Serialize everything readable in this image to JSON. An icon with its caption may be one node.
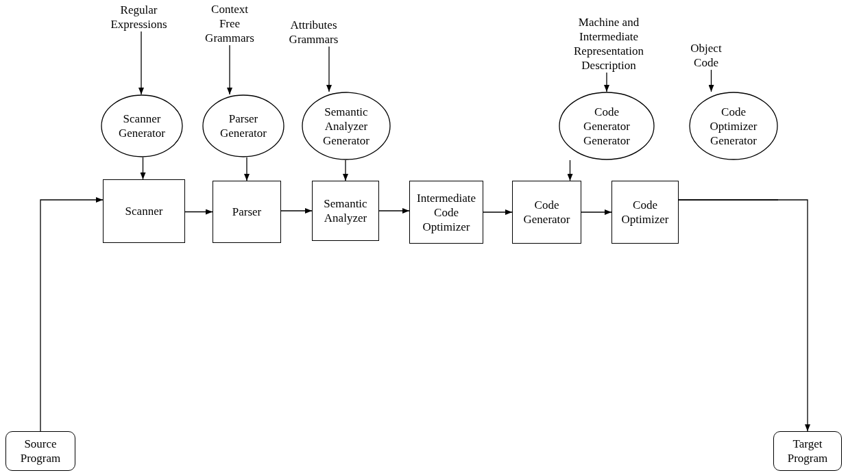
{
  "diagram": {
    "nodes": [
      {
        "text": [
          "Regular Expressions"
        ]
      },
      {
        "text": [
          "Context Free Grammars"
        ]
      },
      {
        "text": [
          "Attributes Grammars"
        ]
      },
      {
        "text": [
          "Machine and Intermediate Representation Description"
        ]
      },
      {
        "text": [
          "Object Code"
        ]
      },
      {
        "text": [
          "Scanner Generator"
        ]
      },
      {
        "text": [
          "Parser Generator"
        ]
      },
      {
        "text": [
          "Semantic Analyzer Generator"
        ]
      },
      {
        "text": [
          "Code Generator Generator"
        ]
      },
      {
        "text": [
          "Code Optimizer Generator"
        ]
      },
      {
        "text": [
          "Scanner"
        ]
      },
      {
        "text": [
          "Parser"
        ]
      },
      {
        "text": [
          "Semantic Analyzer"
        ]
      },
      {
        "text": [
          "Intermediate Code Optimizer"
        ]
      },
      {
        "text": [
          "Code Generator"
        ]
      },
      {
        "text": [
          "Code Optimizer"
        ]
      },
      {
        "text": [
          "Source Program"
        ]
      },
      {
        "text": [
          "Target Program"
        ]
      }
    ],
    "edges": [
      {
        "from": 0,
        "to": 5,
        "arrow": "to"
      },
      {
        "from": 1,
        "to": 6,
        "arrow": "to"
      },
      {
        "from": 2,
        "to": 7,
        "arrow": "to"
      },
      {
        "from": 3,
        "to": 8,
        "arrow": "to"
      },
      {
        "from": 4,
        "to": 9,
        "arrow": "to"
      },
      {
        "from": 5,
        "to": 10,
        "arrow": "to"
      },
      {
        "from": 6,
        "to": 11,
        "arrow": "to"
      },
      {
        "from": 7,
        "to": 12,
        "arrow": "to"
      },
      {
        "from": 8,
        "to": 14,
        "arrow": "to"
      },
      {
        "from": 9,
        "to": 15,
        "arrow": "to"
      },
      {
        "from": 16,
        "to": 10,
        "arrow": "to"
      },
      {
        "from": 10,
        "to": 11,
        "arrow": "to"
      },
      {
        "from": 11,
        "to": 12,
        "arrow": "to"
      },
      {
        "from": 12,
        "to": 13,
        "arrow": "to"
      },
      {
        "from": 13,
        "to": 14,
        "arrow": "to"
      },
      {
        "from": 14,
        "to": 15,
        "arrow": "to"
      },
      {
        "from": 15,
        "to": 17,
        "arrow": "to"
      }
    ]
  }
}
